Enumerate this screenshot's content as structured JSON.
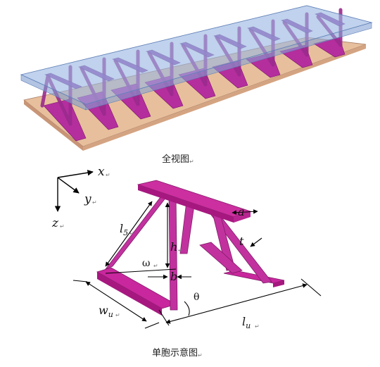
{
  "top_caption": "全视图",
  "bottom_caption": "单胞示意图",
  "para_mark": "↵",
  "axes": {
    "x": "x",
    "y": "y",
    "z": "z"
  },
  "dimensions": {
    "a": "a",
    "t": "t",
    "l5": {
      "main": "l",
      "sub": "5"
    },
    "h": "h",
    "omega": "ω",
    "b": "b",
    "theta": "θ",
    "wu": {
      "main": "w",
      "sub": "u"
    },
    "lu": {
      "main": "l",
      "sub": "u"
    }
  },
  "colors": {
    "truss": "#b32fa0",
    "truss_dark": "#7e1670",
    "face_sheet_top": "#9db8e2",
    "face_sheet_edge": "#6f8fc4",
    "face_sheet_bottom": "#e8bf9e",
    "plate": "#c0289b"
  }
}
